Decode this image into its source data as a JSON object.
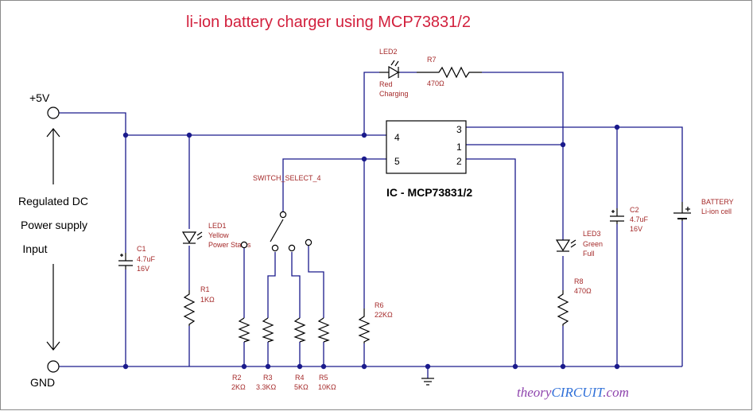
{
  "title": "li-ion battery charger using MCP73831/2",
  "colors": {
    "wire": "#1a1a8c",
    "component": "#000000",
    "label": "#a52a2a",
    "title": "#d21f3c",
    "watermark_theory": "#8e44ad",
    "watermark_circuit": "#2e6fd8",
    "text": "#000000",
    "frame": "#8a8a8a"
  },
  "supply": {
    "plus_label": "+5V",
    "gnd_label": "GND",
    "desc_line1": "Regulated DC",
    "desc_line2": "Power supply",
    "desc_line3": "Input"
  },
  "ic": {
    "name": "IC - MCP73831/2",
    "pins": {
      "p4": "4",
      "p5": "5",
      "p3": "3",
      "p1": "1",
      "p2": "2"
    }
  },
  "components": {
    "led2": {
      "ref": "LED2",
      "line1": "Red",
      "line2": "Charging",
      "icon": "led-icon"
    },
    "r7": {
      "ref": "R7",
      "value": "470Ω",
      "icon": "resistor-icon"
    },
    "c1": {
      "ref": "C1",
      "value": "4.7uF",
      "voltage": "16V",
      "icon": "capacitor-icon"
    },
    "led1": {
      "ref": "LED1",
      "line1": "Yellow",
      "line2": "Power Status",
      "icon": "led-icon"
    },
    "r1": {
      "ref": "R1",
      "value": "1KΩ",
      "icon": "resistor-icon"
    },
    "switch": {
      "ref": "SWITCH_SELECT_4",
      "icon": "rotary-switch-icon"
    },
    "r2": {
      "ref": "R2",
      "value": "2KΩ",
      "icon": "resistor-icon"
    },
    "r3": {
      "ref": "R3",
      "value": "3.3KΩ",
      "icon": "resistor-icon"
    },
    "r4": {
      "ref": "R4",
      "value": "5KΩ",
      "icon": "resistor-icon"
    },
    "r5": {
      "ref": "R5",
      "value": "10KΩ",
      "icon": "resistor-icon"
    },
    "r6": {
      "ref": "R6",
      "value": "22KΩ",
      "icon": "resistor-icon"
    },
    "led3": {
      "ref": "LED3",
      "line1": "Green",
      "line2": "Full",
      "icon": "led-icon"
    },
    "r8": {
      "ref": "R8",
      "value": "470Ω",
      "icon": "resistor-icon"
    },
    "c2": {
      "ref": "C2",
      "value": "4.7uF",
      "voltage": "16V",
      "icon": "capacitor-icon"
    },
    "battery": {
      "ref": "BATTERY",
      "line1": "Li-ion cell",
      "icon": "battery-icon"
    }
  },
  "watermark": {
    "part1": "theory",
    "part2": "CIRCUIT",
    "part3": ".com"
  }
}
